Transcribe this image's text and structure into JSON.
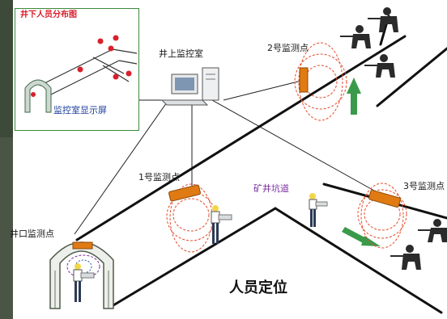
{
  "labels": {
    "inset_title": "井下人员分布图",
    "inset_caption": "监控室显示屏",
    "control_room": "井上监控室",
    "point_1": "1号监测点",
    "point_2": "2号监测点",
    "point_3": "3号监测点",
    "tunnel": "矿井坑道",
    "entrance_point": "井口监测点",
    "main_title": "人员定位"
  },
  "colors": {
    "tunnel_line": "#111111",
    "sensor": "#e07a12",
    "signal_ring": "#e34b2a",
    "arrow": "#3a9a4a",
    "inset_dot": "#d8202c",
    "inset_border": "#3a8a3a"
  },
  "icons": [
    "computer-icon",
    "sensor-icon",
    "miner-icon",
    "soldier-icon",
    "arrow-icon",
    "arch-gate-icon"
  ]
}
